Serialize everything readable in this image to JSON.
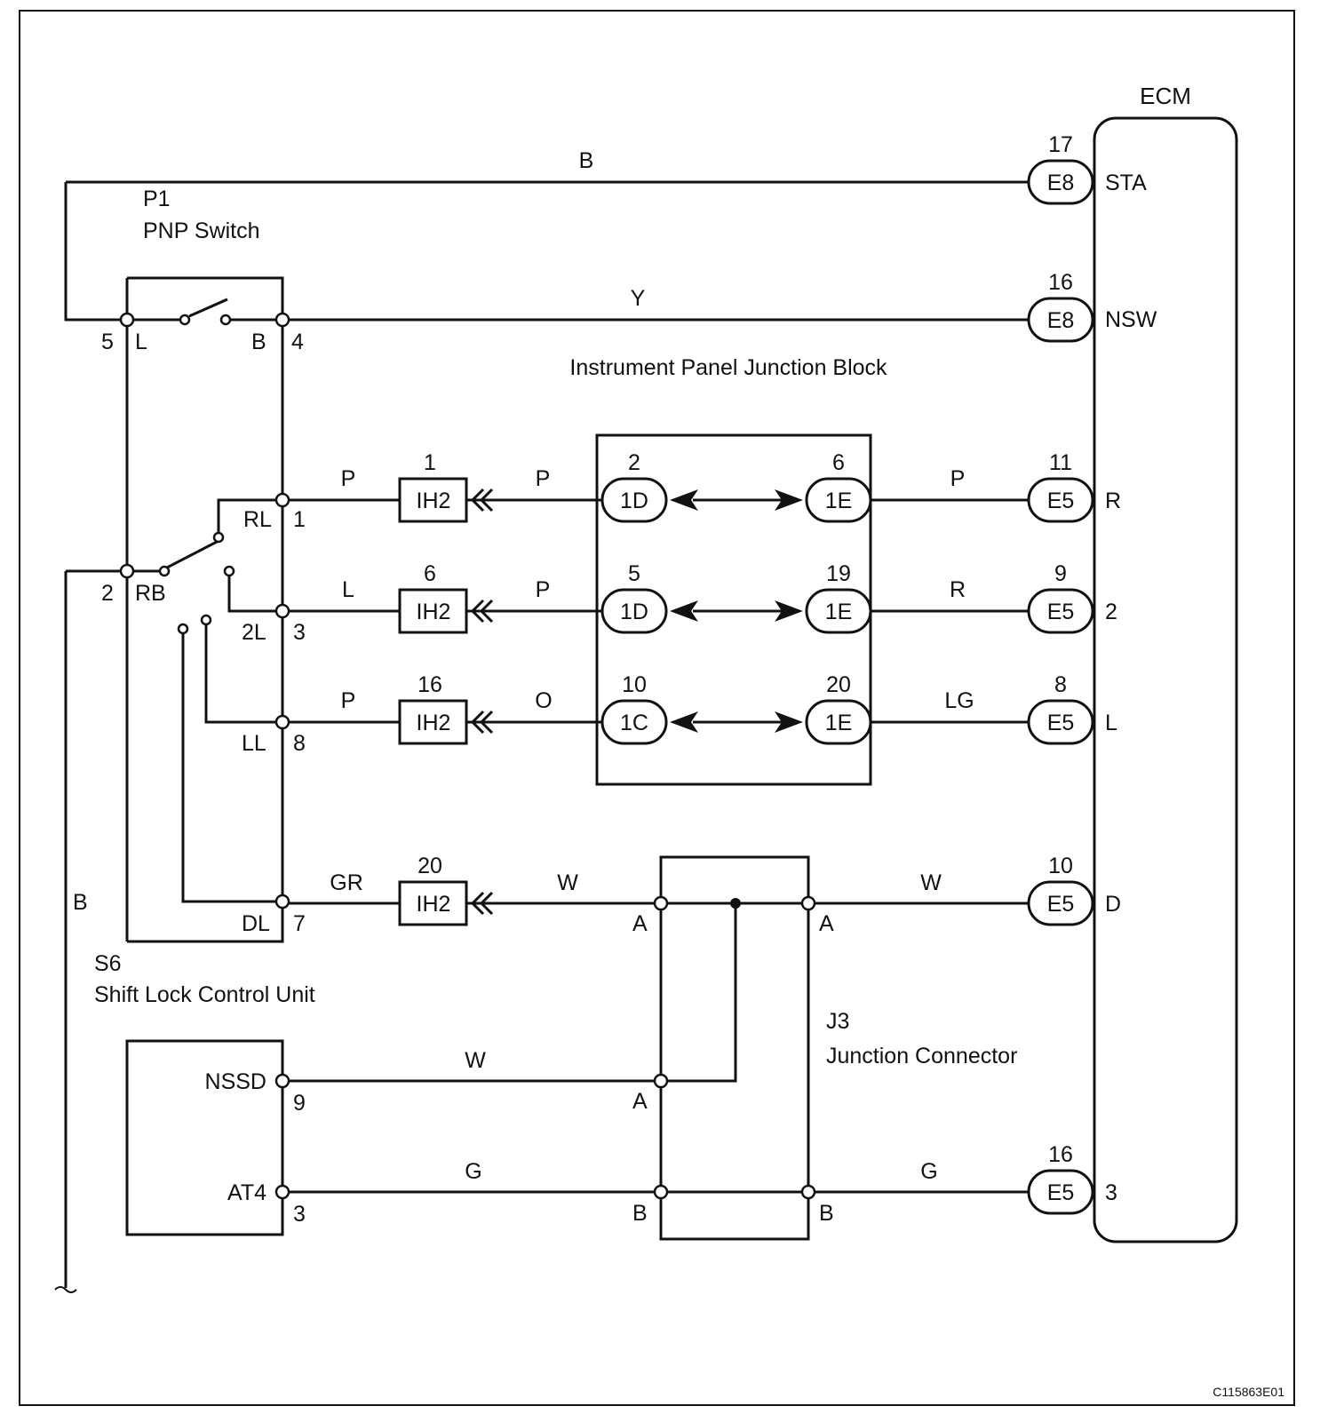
{
  "diagram_code": "C115863E01",
  "ecm": {
    "title": "ECM",
    "terminals": [
      {
        "num": "17",
        "conn": "E8",
        "name": "STA",
        "wire": "B"
      },
      {
        "num": "16",
        "conn": "E8",
        "name": "NSW",
        "wire": "Y"
      },
      {
        "num": "11",
        "conn": "E5",
        "name": "R",
        "wire": "P"
      },
      {
        "num": "9",
        "conn": "E5",
        "name": "2",
        "wire": "R"
      },
      {
        "num": "8",
        "conn": "E5",
        "name": "L",
        "wire": "LG"
      },
      {
        "num": "10",
        "conn": "E5",
        "name": "D",
        "wire": "W"
      },
      {
        "num": "16",
        "conn": "E5",
        "name": "3",
        "wire": "G"
      }
    ]
  },
  "pnp_switch": {
    "code": "P1",
    "name": "PNP Switch",
    "pin_l": "L",
    "pin_b": "B",
    "pin_5": "5",
    "pin_4": "4"
  },
  "shift_switch": {
    "rb": "RB",
    "rb_num": "2",
    "rl": "RL",
    "rl_num": "1",
    "l2": "2L",
    "l2_num": "3",
    "ll": "LL",
    "ll_num": "8",
    "dl": "DL",
    "dl_num": "7"
  },
  "shift_lock": {
    "code": "S6",
    "name": "Shift Lock Control Unit"
  },
  "ground_wire": "B",
  "ip_jb": {
    "title": "Instrument Panel Junction Block",
    "rows": [
      {
        "left_num": "2",
        "left_conn": "1D",
        "right_num": "6",
        "right_conn": "1E"
      },
      {
        "left_num": "5",
        "left_conn": "1D",
        "right_num": "19",
        "right_conn": "1E"
      },
      {
        "left_num": "10",
        "left_conn": "1C",
        "right_num": "20",
        "right_conn": "1E"
      }
    ]
  },
  "ih2": [
    {
      "num": "1",
      "conn": "IH2",
      "wire_in": "P",
      "wire_out": "P"
    },
    {
      "num": "6",
      "conn": "IH2",
      "wire_in": "L",
      "wire_out": "P"
    },
    {
      "num": "16",
      "conn": "IH2",
      "wire_in": "P",
      "wire_out": "O"
    },
    {
      "num": "20",
      "conn": "IH2",
      "wire_in": "GR",
      "wire_out": "W"
    }
  ],
  "junction": {
    "code": "J3",
    "name": "Junction Connector",
    "pin_a": "A",
    "pin_b": "B"
  },
  "lower_unit": {
    "nssd": "NSSD",
    "nssd_num": "9",
    "nssd_wire": "W",
    "at4": "AT4",
    "at4_num": "3",
    "at4_wire": "G"
  }
}
